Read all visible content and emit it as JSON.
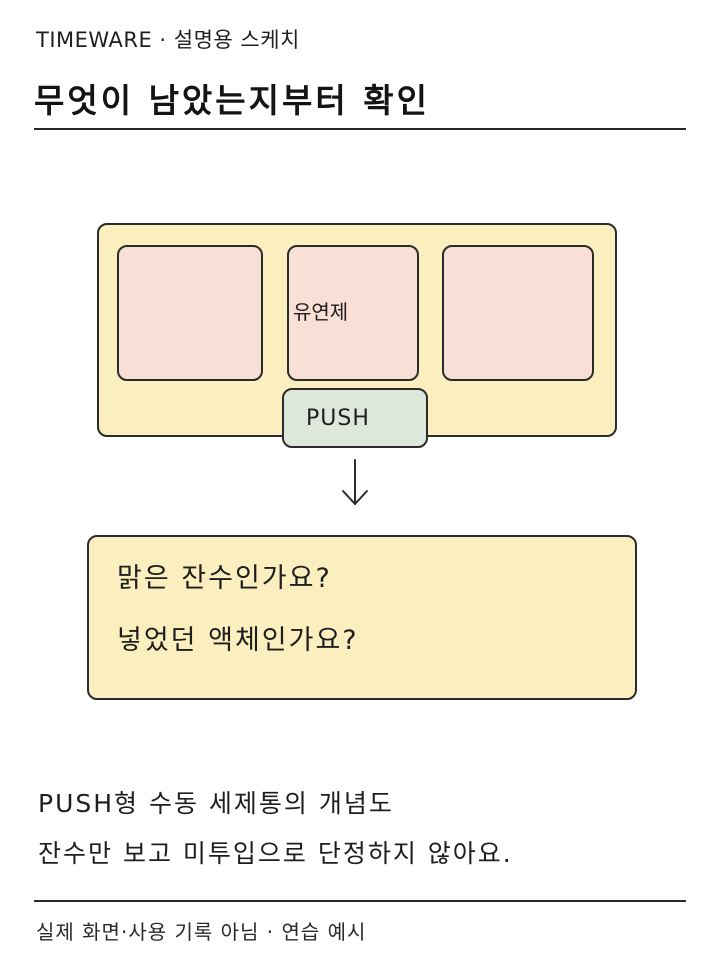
{
  "header": {
    "eyebrow": "TIMEWARE · 설명용 스케치",
    "title": "무엇이 남았는지부터 확인"
  },
  "machine": {
    "cup_label": "유연제",
    "push_button_label": "PUSH"
  },
  "questions": [
    "맑은 잔수인가요?",
    "넣었던 액체인가요?"
  ],
  "note": [
    "PUSH형 수동 세제통의 개념도",
    "잔수만 보고 미투입으로 단정하지 않아요."
  ],
  "footer": "실제 화면·사용 기록 아님 · 연습 예시",
  "colors": {
    "machine_fill": "#fcefbf",
    "cup_fill": "#f8e0d6",
    "button_fill": "#dde8da",
    "question_box_fill": "#fcefbf",
    "stroke": "#2b2b2b"
  }
}
